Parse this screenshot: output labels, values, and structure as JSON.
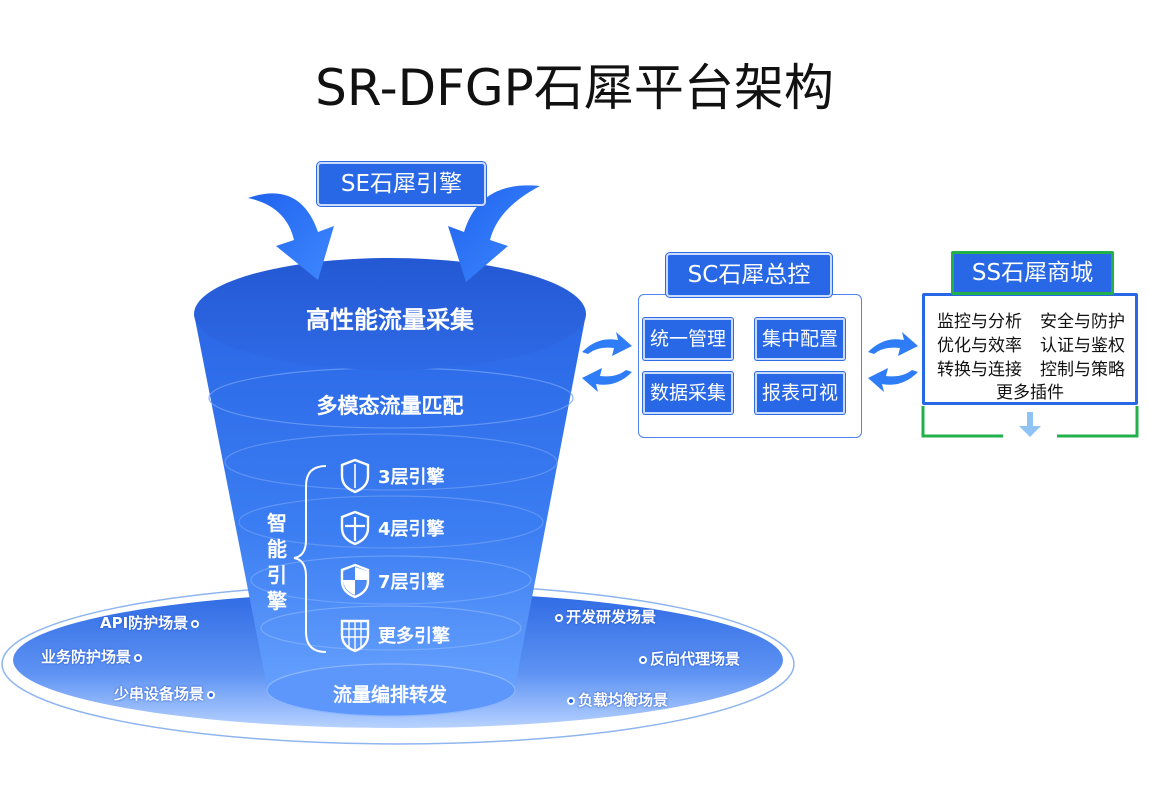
{
  "title": "SR-DFGP石犀平台架构",
  "engine": {
    "title": "SE石犀引擎",
    "layer_collect": "高性能流量采集",
    "layer_match": "多模态流量匹配",
    "smart_engine_label": [
      "智",
      "能",
      "引",
      "擎"
    ],
    "engines": [
      {
        "label": "3层引擎",
        "icon": "shield-outline-icon"
      },
      {
        "label": "4层引擎",
        "icon": "shield-cross-icon"
      },
      {
        "label": "7层引擎",
        "icon": "shield-quarter-icon"
      },
      {
        "label": "更多引擎",
        "icon": "shield-grid-icon"
      }
    ],
    "layer_orchestrate": "流量编排转发"
  },
  "scenes": {
    "left": [
      "API防护场景",
      "业务防护场景",
      "少串设备场景"
    ],
    "right": [
      "开发研发场景",
      "反向代理场景",
      "负载均衡场景"
    ]
  },
  "control": {
    "title": "SC石犀总控",
    "buttons": [
      "统一管理",
      "集中配置",
      "数据采集",
      "报表可视"
    ]
  },
  "store": {
    "title": "SS石犀商城",
    "items": [
      [
        "监控与分析",
        "安全与防护"
      ],
      [
        "优化与效率",
        "认证与鉴权"
      ],
      [
        "转换与连接",
        "控制与策略"
      ]
    ],
    "more": "更多插件"
  },
  "colors": {
    "primary_blue": "#2868e6",
    "dark_blue": "#1f55d4",
    "store_green": "#22b04a",
    "arrow_blue": "#2f7df6"
  }
}
